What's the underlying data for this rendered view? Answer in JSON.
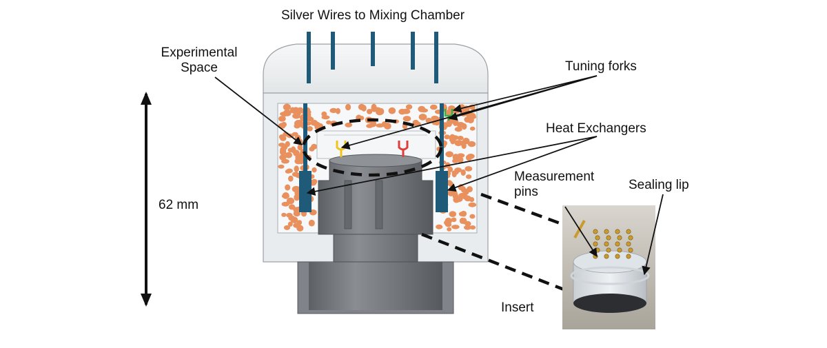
{
  "labels": {
    "silver_wires": "Silver Wires to Mixing Chamber",
    "experimental_space_line1": "Experimental",
    "experimental_space_line2": "Space",
    "tuning_forks": "Tuning forks",
    "heat_exchangers": "Heat Exchangers",
    "measurement_pins_line1": "Measurement",
    "measurement_pins_line2": "pins",
    "sealing_lip": "Sealing lip",
    "dimension": "62 mm",
    "insert": "Insert"
  },
  "colors": {
    "sinter": "#e8915f",
    "heat_exchanger": "#1f5b78",
    "cell_body": "#ebeef0",
    "insert_body": "#72757a",
    "fork_yellow": "#f0c419",
    "fork_red": "#e03c3c",
    "fork_green": "#2fb34a"
  }
}
